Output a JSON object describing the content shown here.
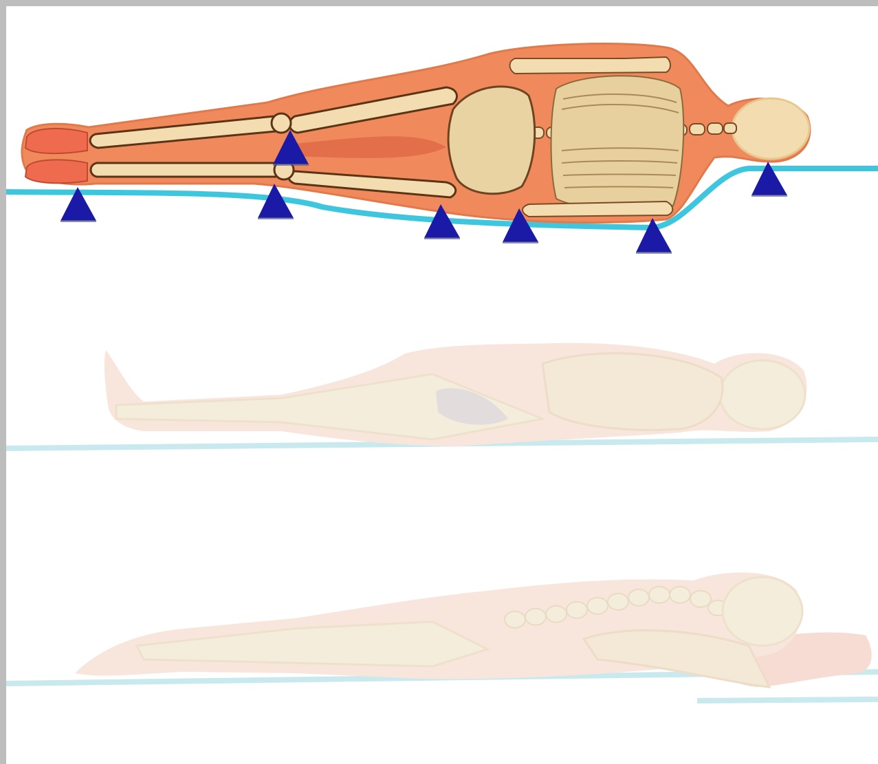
{
  "figure": {
    "panels": [
      {
        "id": "side-lying-supported",
        "posture": "side-lying",
        "highlighted": true,
        "support_points": 7
      },
      {
        "id": "supine-faded",
        "posture": "supine",
        "highlighted": false
      },
      {
        "id": "prone-faded",
        "posture": "prone",
        "highlighted": false
      }
    ],
    "colors": {
      "skin": "#f08a5d",
      "skin_shade": "#d9583a",
      "bone": "#f3ddb0",
      "bone_outline": "#7a4a25",
      "mattress_line": "#3ec6de",
      "support_marker": "#1a1aa6",
      "faded_body": "#f7e2d8",
      "faded_bone": "#f3ead7",
      "faded_line": "#bfe6ec",
      "frame_border": "#bdbdbd"
    }
  }
}
